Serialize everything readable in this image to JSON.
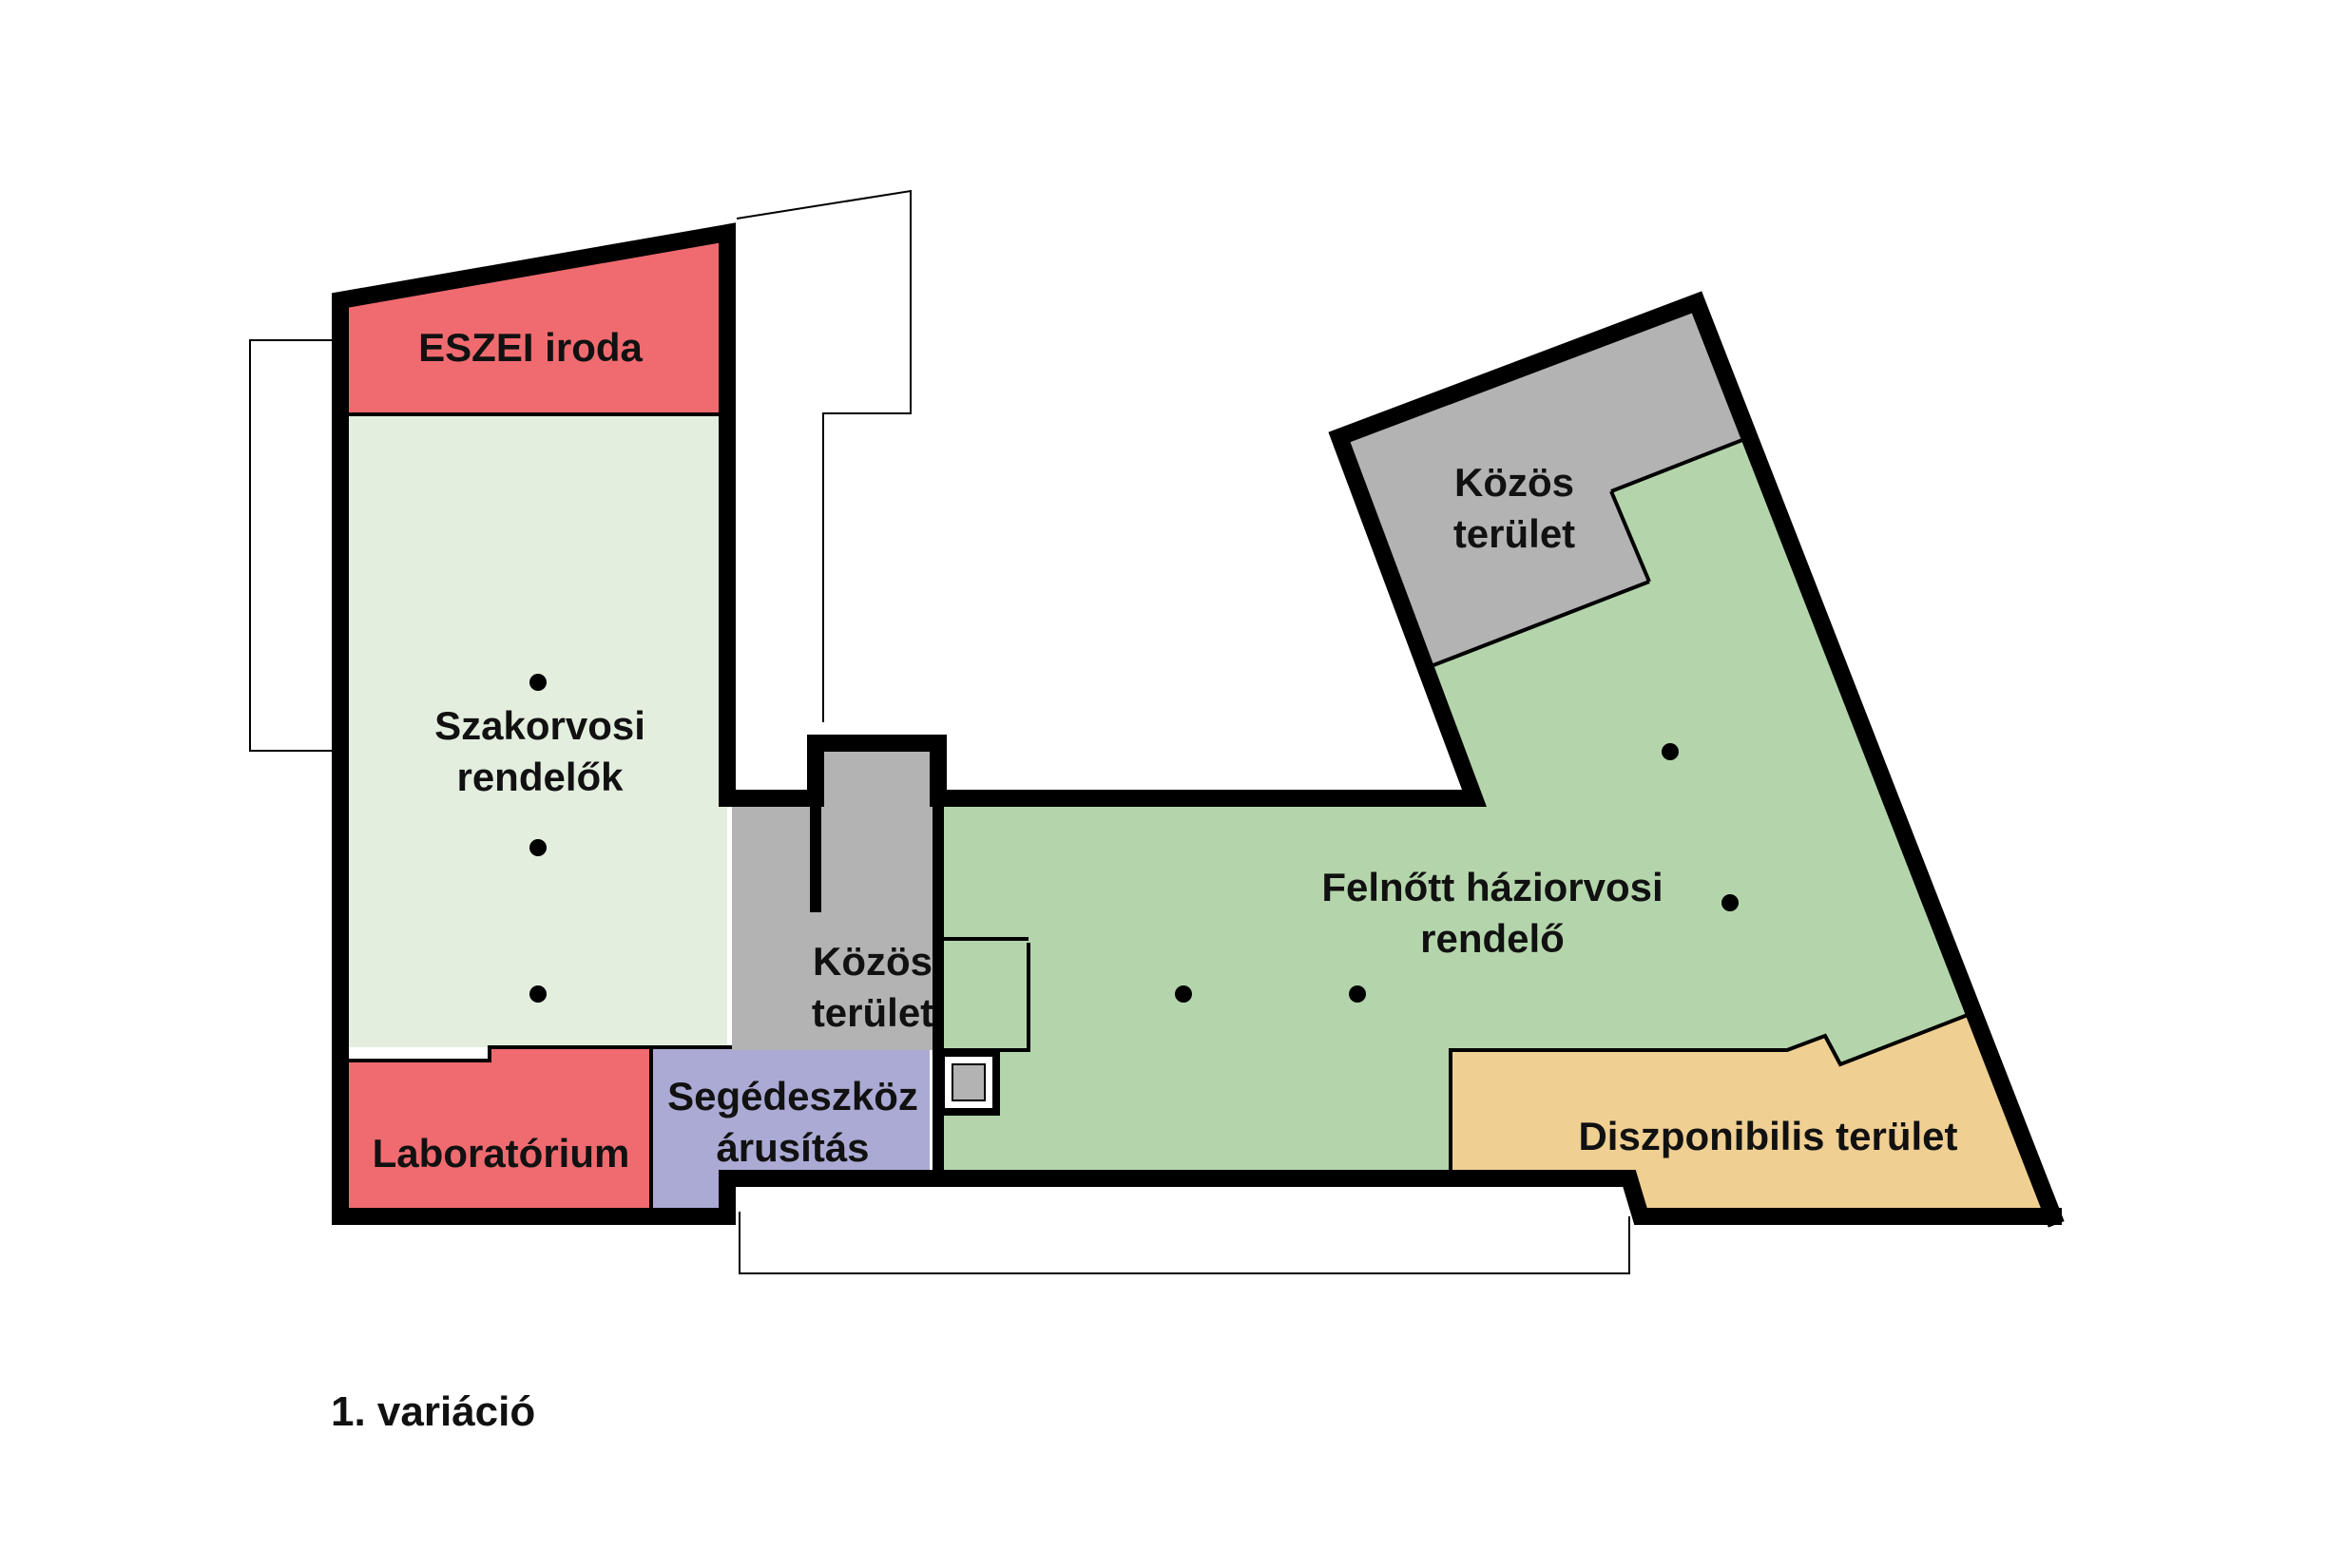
{
  "rooms": {
    "eszei": {
      "label": "ESZEI iroda",
      "color": "#ef6b70"
    },
    "szakorvosi": {
      "line1": "Szakorvosi",
      "line2": "rendelők",
      "color": "#e3eedf"
    },
    "laboratorium": {
      "label": "Laboratórium",
      "color": "#ef6b70"
    },
    "segedeszkoz": {
      "line1": "Segédeszköz",
      "line2": "árusítás",
      "color": "#aaaad4"
    },
    "kozos_center": {
      "line1": "Közös",
      "line2": "terület",
      "color": "#b3b3b3"
    },
    "kozos_top": {
      "line1": "Közös",
      "line2": "terület",
      "color": "#b3b3b3"
    },
    "felnott": {
      "line1": "Felnőtt háziorvosi",
      "line2": "rendelő",
      "color": "#b4d5ab"
    },
    "diszponibilis": {
      "label": "Diszponibilis terület",
      "color": "#efcf92"
    }
  },
  "caption": "1. variáció"
}
